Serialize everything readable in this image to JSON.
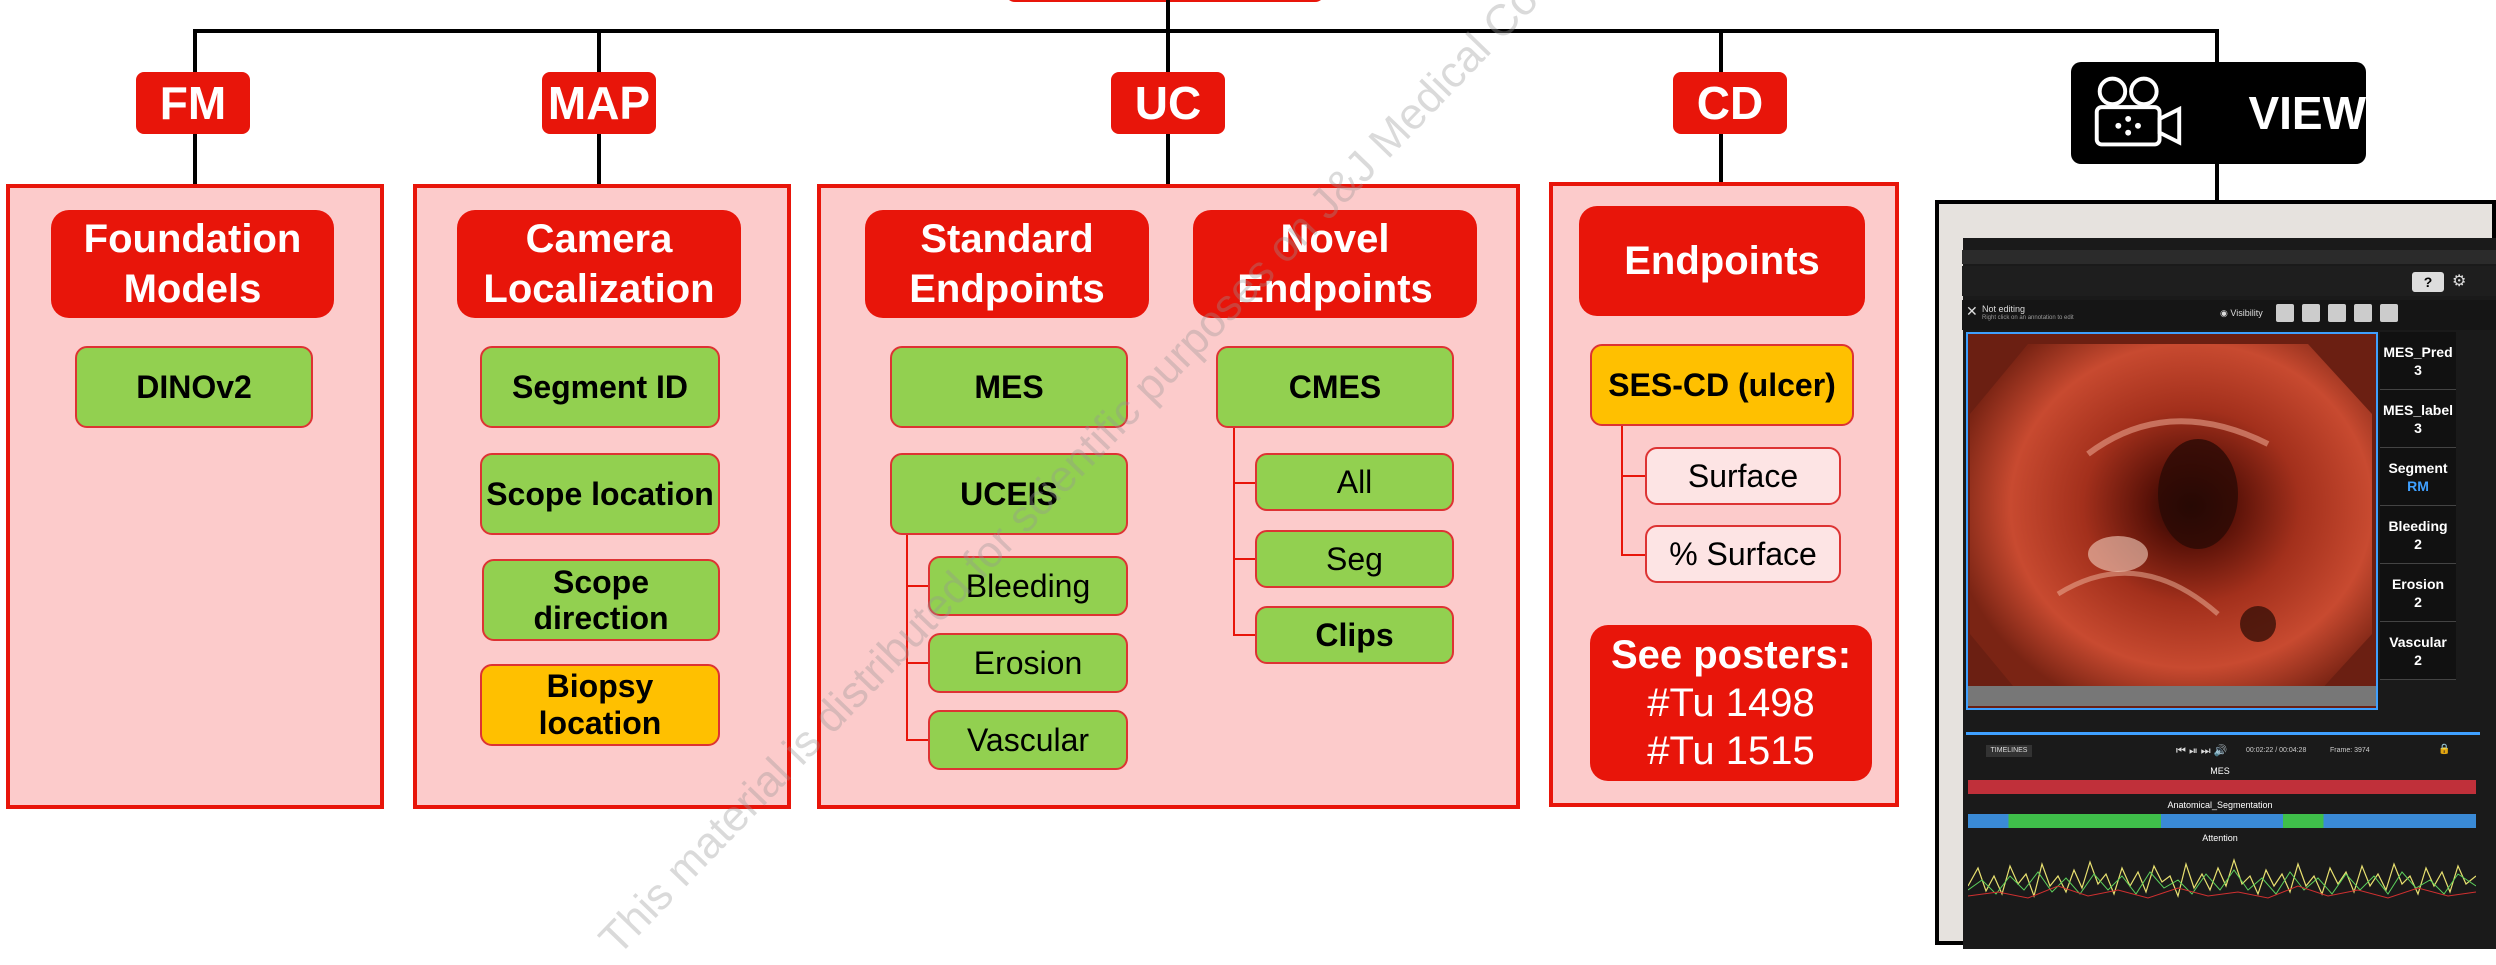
{
  "categories": {
    "fm": "FM",
    "map": "MAP",
    "uc": "UC",
    "cd": "CD",
    "view": "VIEW"
  },
  "fm_panel": {
    "header": "Foundation\nModels",
    "items": [
      "DINOv2"
    ]
  },
  "map_panel": {
    "header": "Camera\nLocalization",
    "items": [
      "Segment ID",
      "Scope location",
      "Scope\ndirection",
      "Biopsy location"
    ]
  },
  "uc_panel": {
    "standard_header": "Standard\nEndpoints",
    "novel_header": "Novel\nEndpoints",
    "standard_items": [
      "MES",
      "UCEIS"
    ],
    "uceis_sub": [
      "Bleeding",
      "Erosion",
      "Vascular"
    ],
    "novel_items": [
      "CMES"
    ],
    "cmes_sub": [
      "All",
      "Seg",
      "Clips"
    ]
  },
  "cd_panel": {
    "header": "Endpoints",
    "item": "SES-CD (ulcer)",
    "sub": [
      "Surface",
      "% Surface"
    ],
    "posters_title": "See posters:",
    "posters": [
      "#Tu 1498",
      "#Tu 1515"
    ]
  },
  "viewer": {
    "status": "Not editing",
    "status_sub": "Right click on an annotation to edit",
    "visibility": "Visibility",
    "sidebar": [
      {
        "label": "MES_Pred",
        "value": "3"
      },
      {
        "label": "MES_label",
        "value": "3"
      },
      {
        "label": "Segment",
        "value": "RM"
      },
      {
        "label": "Bleeding",
        "value": "2"
      },
      {
        "label": "Erosion",
        "value": "2"
      },
      {
        "label": "Vascular",
        "value": "2"
      }
    ],
    "timeline_button": "TIMELINES",
    "timecode": "00:02:22 / 00:04:28",
    "frame": "Frame: 3974",
    "tracks": [
      "MES",
      "Anatomical_Segmentation",
      "Attention"
    ]
  },
  "watermark": "This material is distributed for scientific purposes on J&J Medical Connect, and",
  "colors": {
    "red": "#e8150a",
    "panel": "#fccbcb",
    "green": "#92d050",
    "yellow": "#ffc000"
  }
}
